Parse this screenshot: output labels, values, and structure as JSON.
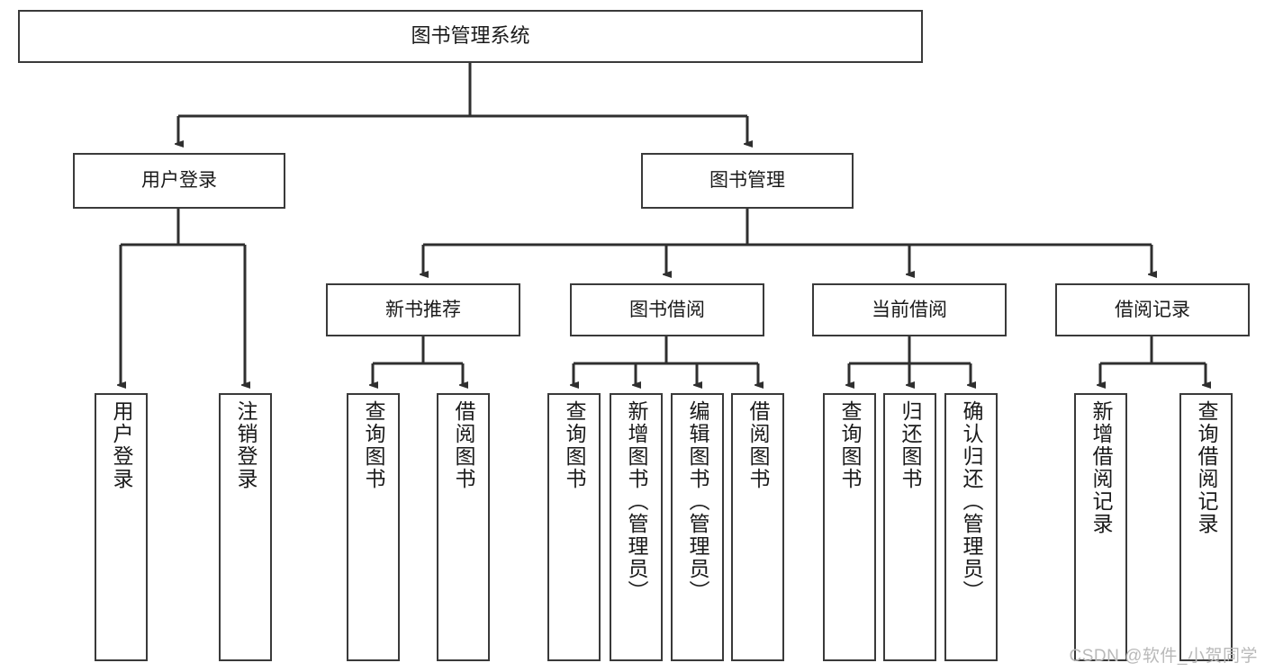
{
  "diagram": {
    "title": "图书管理系统",
    "type": "tree-hierarchy-diagram",
    "root": {
      "id": "root",
      "label": "图书管理系统"
    },
    "level1": [
      {
        "id": "user-login",
        "label": "用户登录"
      },
      {
        "id": "book-manage",
        "label": "图书管理"
      }
    ],
    "level2": [
      {
        "id": "new-book-rec",
        "label": "新书推荐",
        "parent": "book-manage"
      },
      {
        "id": "book-borrow",
        "label": "图书借阅",
        "parent": "book-manage"
      },
      {
        "id": "current-borrow",
        "label": "当前借阅",
        "parent": "book-manage"
      },
      {
        "id": "borrow-record",
        "label": "借阅记录",
        "parent": "book-manage"
      }
    ],
    "leaves": [
      {
        "id": "leaf-user-login",
        "label": "用户登录",
        "parent": "user-login"
      },
      {
        "id": "leaf-logout-login",
        "label": "注销登录",
        "parent": "user-login"
      },
      {
        "id": "leaf-query-book-1",
        "label": "查询图书",
        "parent": "new-book-rec"
      },
      {
        "id": "leaf-borrow-book-1",
        "label": "借阅图书",
        "parent": "new-book-rec"
      },
      {
        "id": "leaf-query-book-2",
        "label": "查询图书",
        "parent": "book-borrow"
      },
      {
        "id": "leaf-add-book",
        "label": "新增图书（管理员）",
        "parent": "book-borrow"
      },
      {
        "id": "leaf-edit-book",
        "label": "编辑图书（管理员）",
        "parent": "book-borrow"
      },
      {
        "id": "leaf-borrow-book-2",
        "label": "借阅图书",
        "parent": "book-borrow"
      },
      {
        "id": "leaf-query-book-3",
        "label": "查询图书",
        "parent": "current-borrow"
      },
      {
        "id": "leaf-return-book",
        "label": "归还图书",
        "parent": "current-borrow"
      },
      {
        "id": "leaf-confirm-return",
        "label": "确认归还（管理员）",
        "parent": "current-borrow"
      },
      {
        "id": "leaf-add-record",
        "label": "新增借阅记录",
        "parent": "borrow-record"
      },
      {
        "id": "leaf-query-record",
        "label": "查询借阅记录",
        "parent": "borrow-record"
      }
    ],
    "colors": {
      "stroke": "#3a3a3a",
      "fill": "#ffffff",
      "text": "#1a1a1a",
      "watermark": "#b9b9b9"
    }
  },
  "watermark": {
    "text": "CSDN @软件_小贺同学"
  }
}
